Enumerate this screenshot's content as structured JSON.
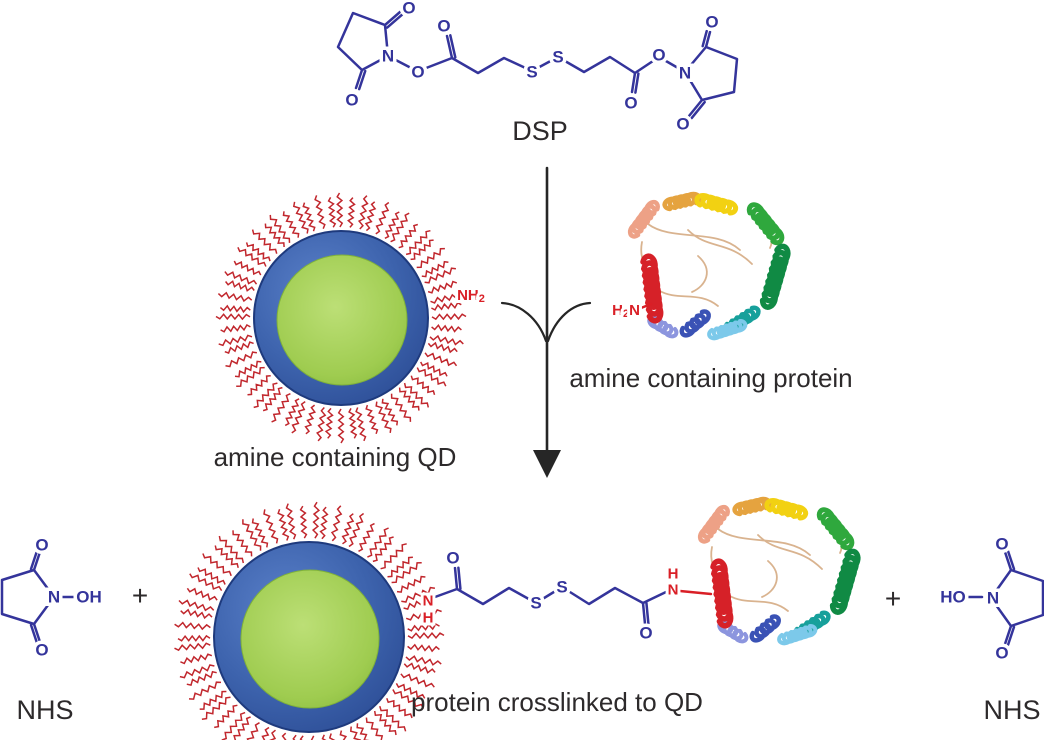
{
  "labels": {
    "dsp": "DSP",
    "amine_qd": "amine containing QD",
    "amine_protein": "amine containing protein",
    "product": "protein crosslinked to QD",
    "nhs_left": "NHS",
    "nhs_right": "NHS",
    "plus_left": "+",
    "plus_right": "+"
  },
  "atoms": {
    "n": "N",
    "o": "O",
    "s": "S",
    "h": "H",
    "oh": "OH",
    "ho": "HO",
    "nh": "NH",
    "sub2": "2"
  },
  "colors": {
    "bond_blue": "#34349b",
    "amine_red": "#d91f26",
    "ligand_red": "#c1272d",
    "arrow_black": "#262626",
    "text_black": "#2d2a2b",
    "qd_shell_blue": "#3d63ad",
    "qd_core_green": "#9fcc50",
    "protein_palette": {
      "red": "#d62128",
      "salmon": "#eda186",
      "orange": "#e5a33f",
      "yellow": "#f2d112",
      "green": "#2fa83d",
      "darkgreen": "#108a44",
      "teal": "#17a09b",
      "cyan": "#7cc9ea",
      "blue": "#3a52b5",
      "periwinkle": "#8c95de",
      "loop": "#d9b38f"
    }
  }
}
